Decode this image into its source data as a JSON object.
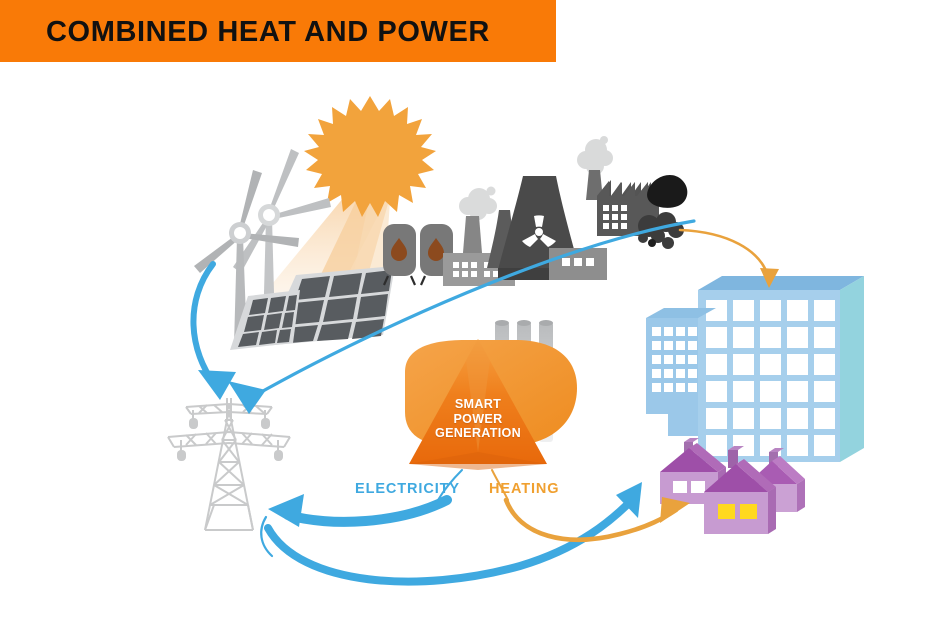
{
  "header": {
    "title": "COMBINED HEAT AND POWER",
    "background_color": "#F97A07",
    "text_color": "#111111"
  },
  "diagram": {
    "type": "energy-flow-infographic",
    "center": {
      "name": "smart-power-generation",
      "label_line1": "SMART",
      "label_line2": "POWER",
      "label_line3": "GENERATION",
      "shape": "triangle",
      "triangle_color": "#EE7B17",
      "blob_color": "#F2973B",
      "text_color": "#FFFFFF"
    },
    "flows": [
      {
        "name": "electricity",
        "label": "ELECTRICITY",
        "color": "#3FA9E0"
      },
      {
        "name": "heating",
        "label": "HEATING",
        "color": "#F0A030"
      }
    ],
    "sources": [
      {
        "name": "wind-turbines",
        "label": "Wind turbines",
        "color": "#B5B5B5"
      },
      {
        "name": "sun",
        "label": "Sun",
        "color": "#F2A33C"
      },
      {
        "name": "solar-panels",
        "label": "Solar panels",
        "color": "#6E7276"
      },
      {
        "name": "oil-gas-tanks",
        "label": "Oil and gas tanks",
        "color": "#757575"
      },
      {
        "name": "gas-factory",
        "label": "Gas plant",
        "color": "#8A8A8A"
      },
      {
        "name": "nuclear-cooling-tower",
        "label": "Nuclear power plant",
        "color": "#4D4D4D"
      },
      {
        "name": "coal-plant",
        "label": "Coal power plant",
        "color": "#5A5A5A"
      }
    ],
    "consumers": [
      {
        "name": "transmission-tower",
        "label": "Transmission tower",
        "color": "#C9C9C9"
      },
      {
        "name": "office-buildings",
        "label": "Office buildings",
        "color": "#8FC2E8"
      },
      {
        "name": "houses",
        "label": "Houses",
        "color": "#B77FBF"
      }
    ],
    "colors": {
      "electricity_blue": "#3FA9E0",
      "heating_orange": "#F0A030",
      "brand_orange": "#F97A07",
      "building_blue": "#8FC2E8",
      "house_purple": "#B77FBF",
      "window_yellow": "#FFD91E",
      "background": "#FFFFFF"
    }
  }
}
